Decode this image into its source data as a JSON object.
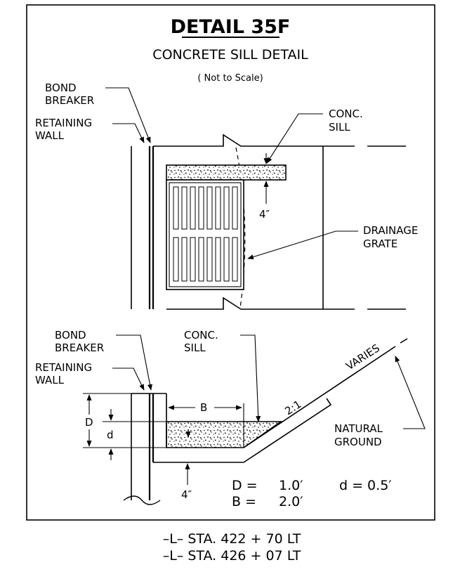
{
  "title": "DETAIL 35F",
  "subtitle": "CONCRETE SILL DETAIL",
  "scale_note": "( Not to  Scale)",
  "plan": {
    "bond_breaker": [
      "BOND",
      "BREAKER"
    ],
    "retaining_wall": [
      "RETAINING",
      "WALL"
    ],
    "conc_sill": [
      "CONC.",
      "SILL"
    ],
    "drainage_grate": [
      "DRAINAGE",
      "GRATE"
    ],
    "sill_thickness": "4″"
  },
  "section": {
    "bond_breaker": [
      "BOND",
      "BREAKER"
    ],
    "retaining_wall": [
      "RETAINING",
      "WALL"
    ],
    "conc_sill": [
      "CONC.",
      "SILL"
    ],
    "varies": "VARIES",
    "slope": "2:1",
    "natural_ground": [
      "NATURAL",
      "GROUND"
    ],
    "dim_D": "D",
    "dim_d": "d",
    "dim_B": "B",
    "sill_thickness": "4″",
    "values": {
      "D_eq": "D =",
      "D_val": "1.0′",
      "d_eq": "d = 0.5′",
      "B_eq": "B =",
      "B_val": "2.0′"
    }
  },
  "stations": [
    "–L–  STA. 422 + 70  LT",
    "–L–  STA. 426 + 07  LT"
  ]
}
